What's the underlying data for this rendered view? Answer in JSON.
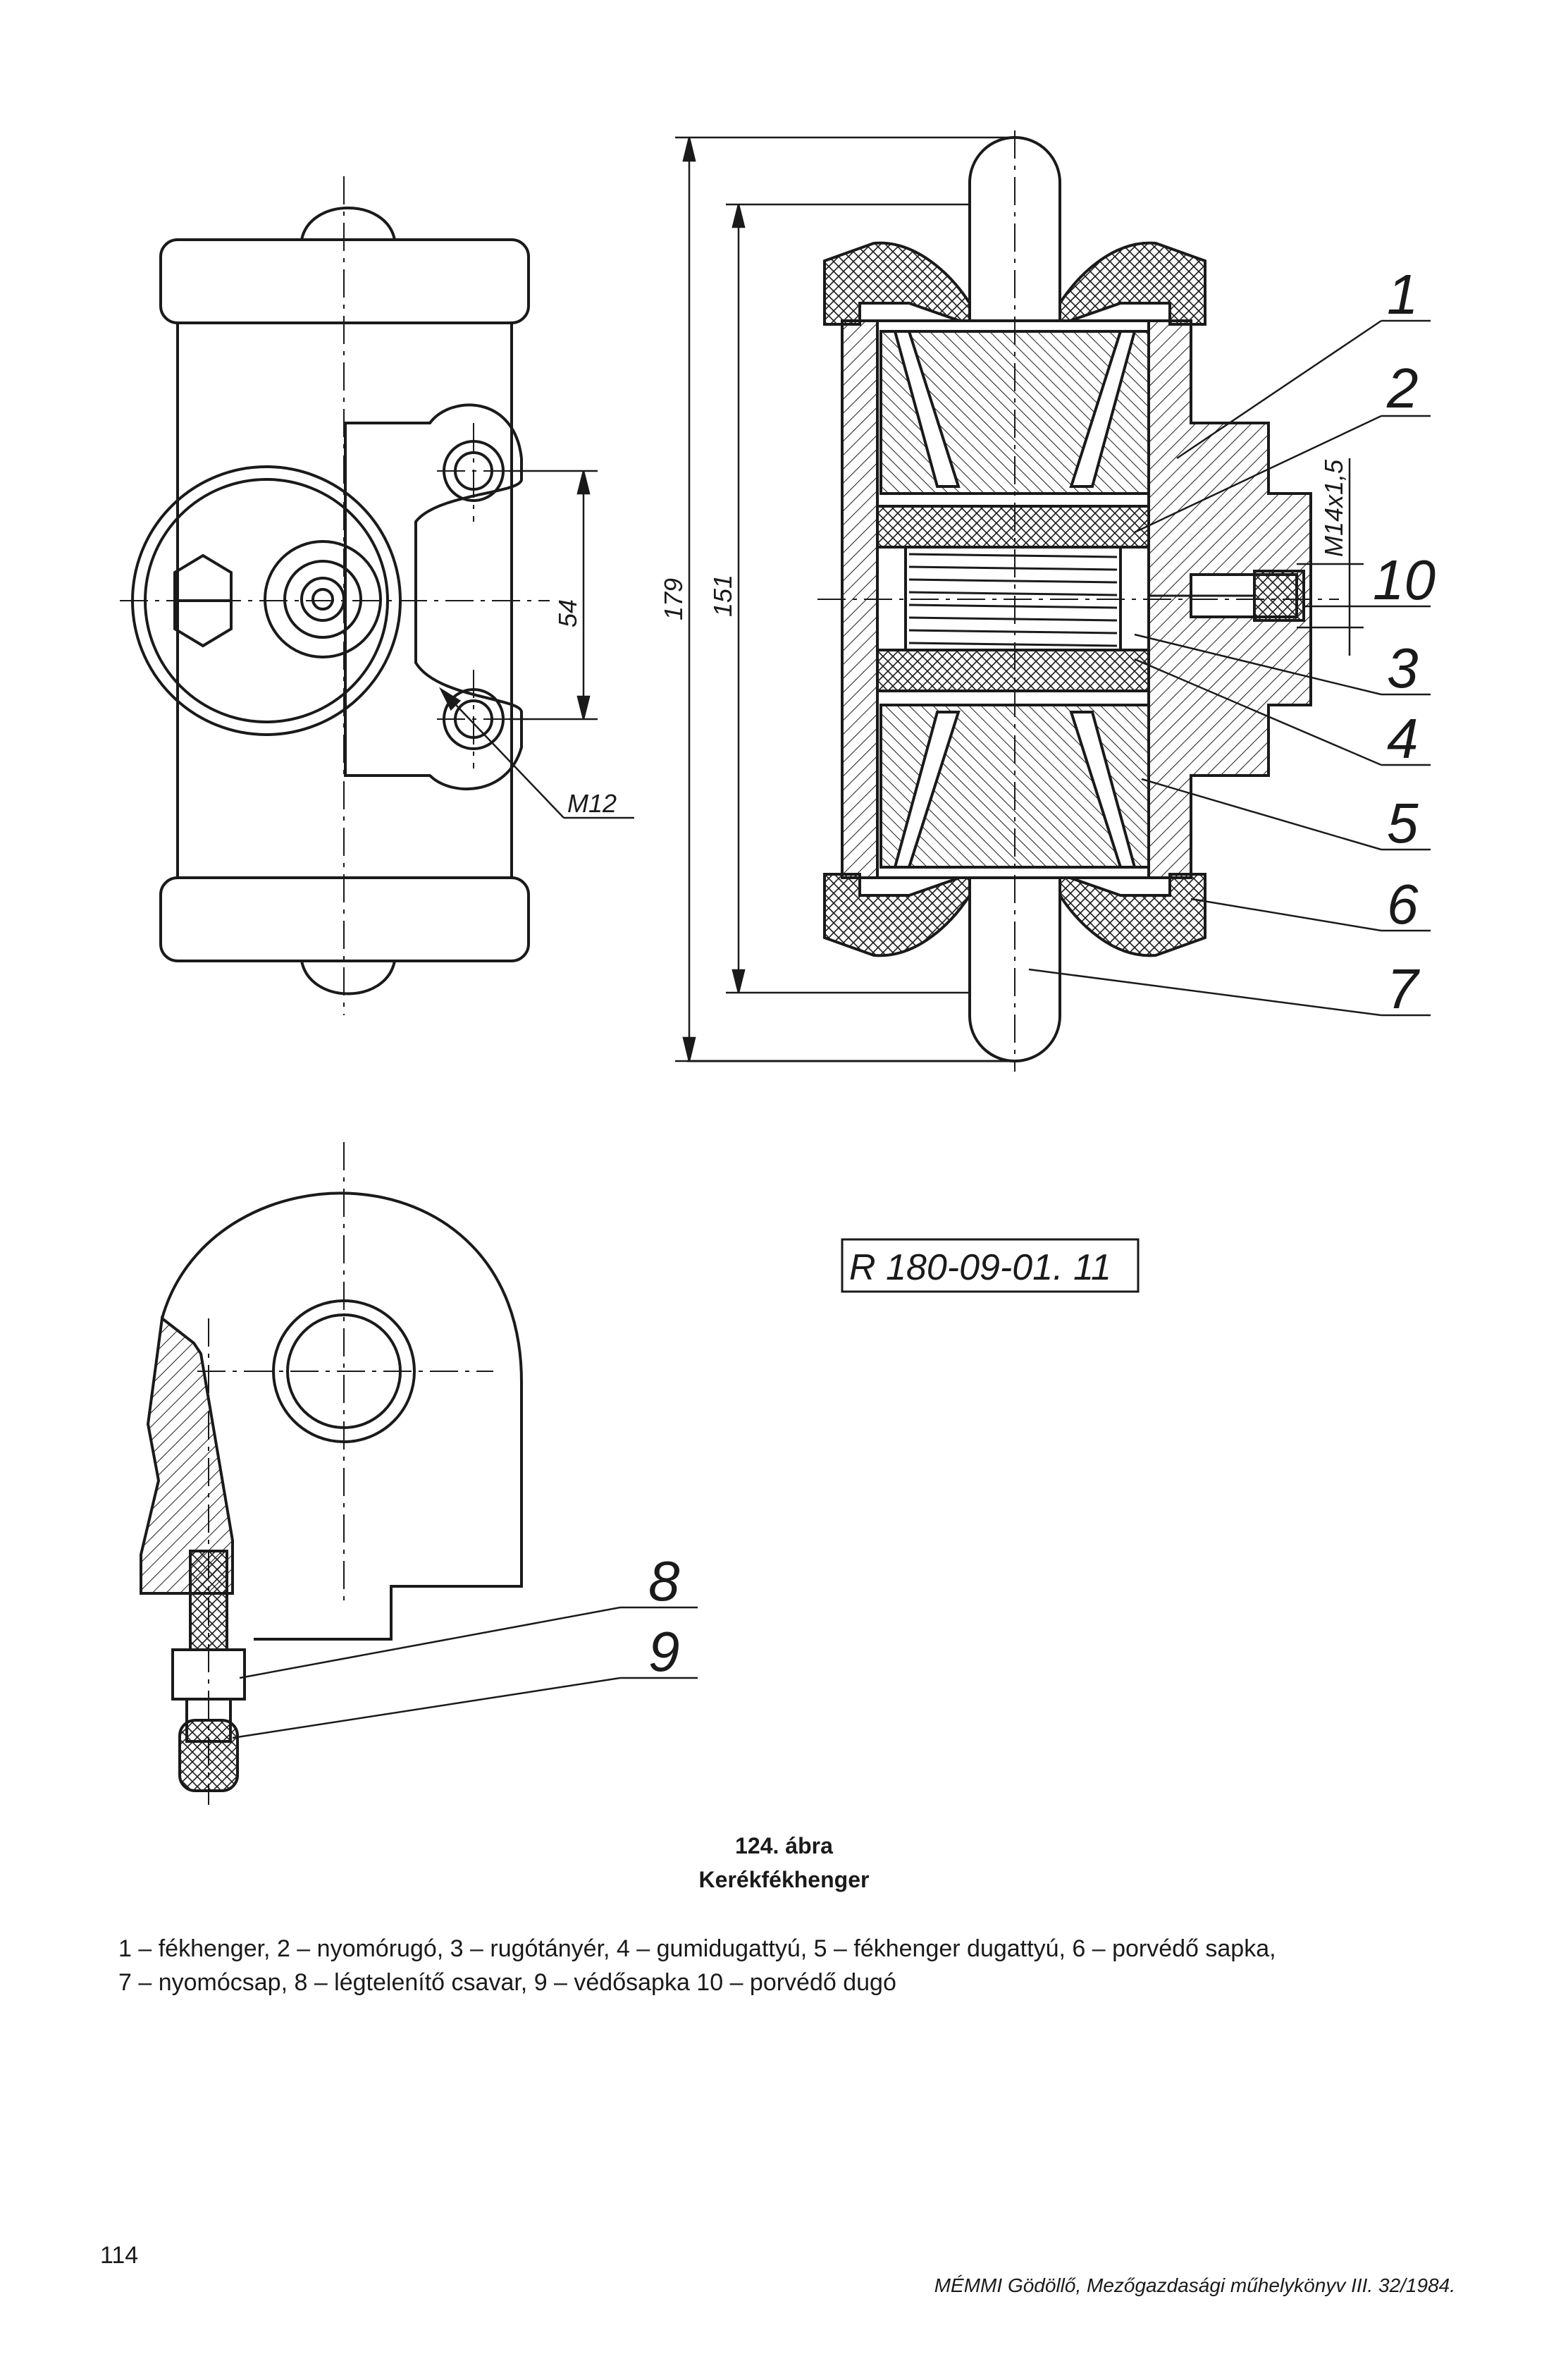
{
  "figure": {
    "number": "124. ábra",
    "title": "Kerékfékhenger",
    "drawing_code": "R 180-09-01. 11"
  },
  "callouts": [
    "1",
    "2",
    "3",
    "4",
    "5",
    "6",
    "7",
    "8",
    "9",
    "10"
  ],
  "dimensions": {
    "overall_height": "179",
    "body_height": "151",
    "hole_spacing": "54",
    "bolt_thread": "M12",
    "port_thread": "M14x1,5"
  },
  "legend": {
    "line1": "1 – fékhenger, 2 – nyomórugó, 3 – rugótányér, 4 – gumidugattyú, 5 – fékhenger dugattyú, 6 – porvédő sapka,",
    "line2": "7 – nyomócsap, 8 – légtelenítő csavar, 9 – védősapka 10 – porvédő dugó"
  },
  "page": {
    "number": "114",
    "footer": "MÉMMI Gödöllő, Mezőgazdasági műhelykönyv III. 32/1984."
  },
  "colors": {
    "ink": "#1a1a1a",
    "paper": "#ffffff"
  }
}
